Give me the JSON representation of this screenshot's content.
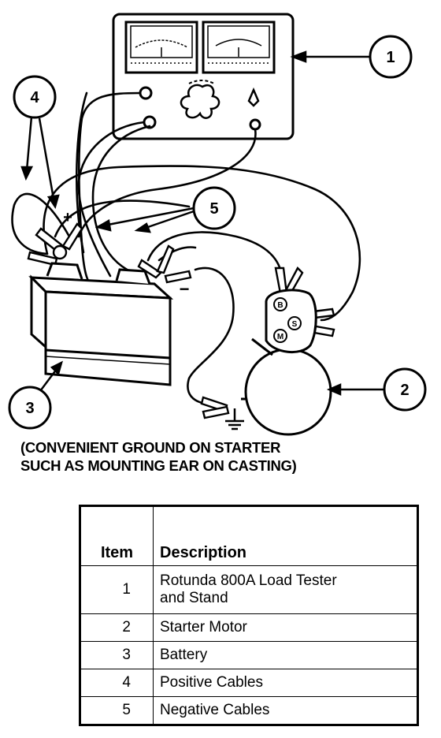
{
  "diagram": {
    "callouts": [
      "1",
      "2",
      "3",
      "4",
      "5"
    ],
    "polarity": {
      "positive": "+",
      "negative": "−"
    },
    "solenoid_terminals": [
      "B",
      "S",
      "M"
    ]
  },
  "caption": {
    "line1": "(CONVENIENT GROUND ON STARTER",
    "line2": "SUCH AS MOUNTING EAR ON CASTING)"
  },
  "legend": {
    "headers": {
      "item": "Item",
      "description": "Description"
    },
    "rows": [
      {
        "item": "1",
        "description_line1": "Rotunda 800A Load Tester",
        "description_line2": "and Stand"
      },
      {
        "item": "2",
        "description": "Starter Motor"
      },
      {
        "item": "3",
        "description": "Battery"
      },
      {
        "item": "4",
        "description": "Positive Cables"
      },
      {
        "item": "5",
        "description": "Negative Cables"
      }
    ]
  }
}
